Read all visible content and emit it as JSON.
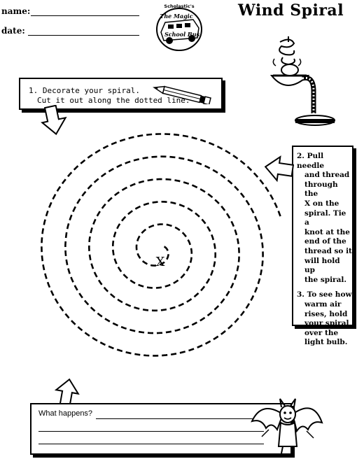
{
  "header": {
    "name_label": "name:",
    "date_label": "date:",
    "title": "Wind Spiral",
    "logo_text": [
      "Scholastic's",
      "The Magic",
      "School Bus"
    ]
  },
  "instructions": {
    "step1_line1": "1. Decorate your spiral.",
    "step1_line2": "Cut it out along the dotted line.",
    "step2_lines": [
      "2. Pull needle",
      "and thread",
      "through the",
      "X on the",
      "spiral. Tie a",
      "knot at the",
      "end of the",
      "thread so it",
      "will hold up",
      "the spiral."
    ],
    "step3_lines": [
      "3. To see how",
      "warm air",
      "rises, hold",
      "your spiral",
      "over the",
      "light bulb."
    ]
  },
  "spiral": {
    "center_mark": "X"
  },
  "answer": {
    "prompt": "What happens?"
  }
}
